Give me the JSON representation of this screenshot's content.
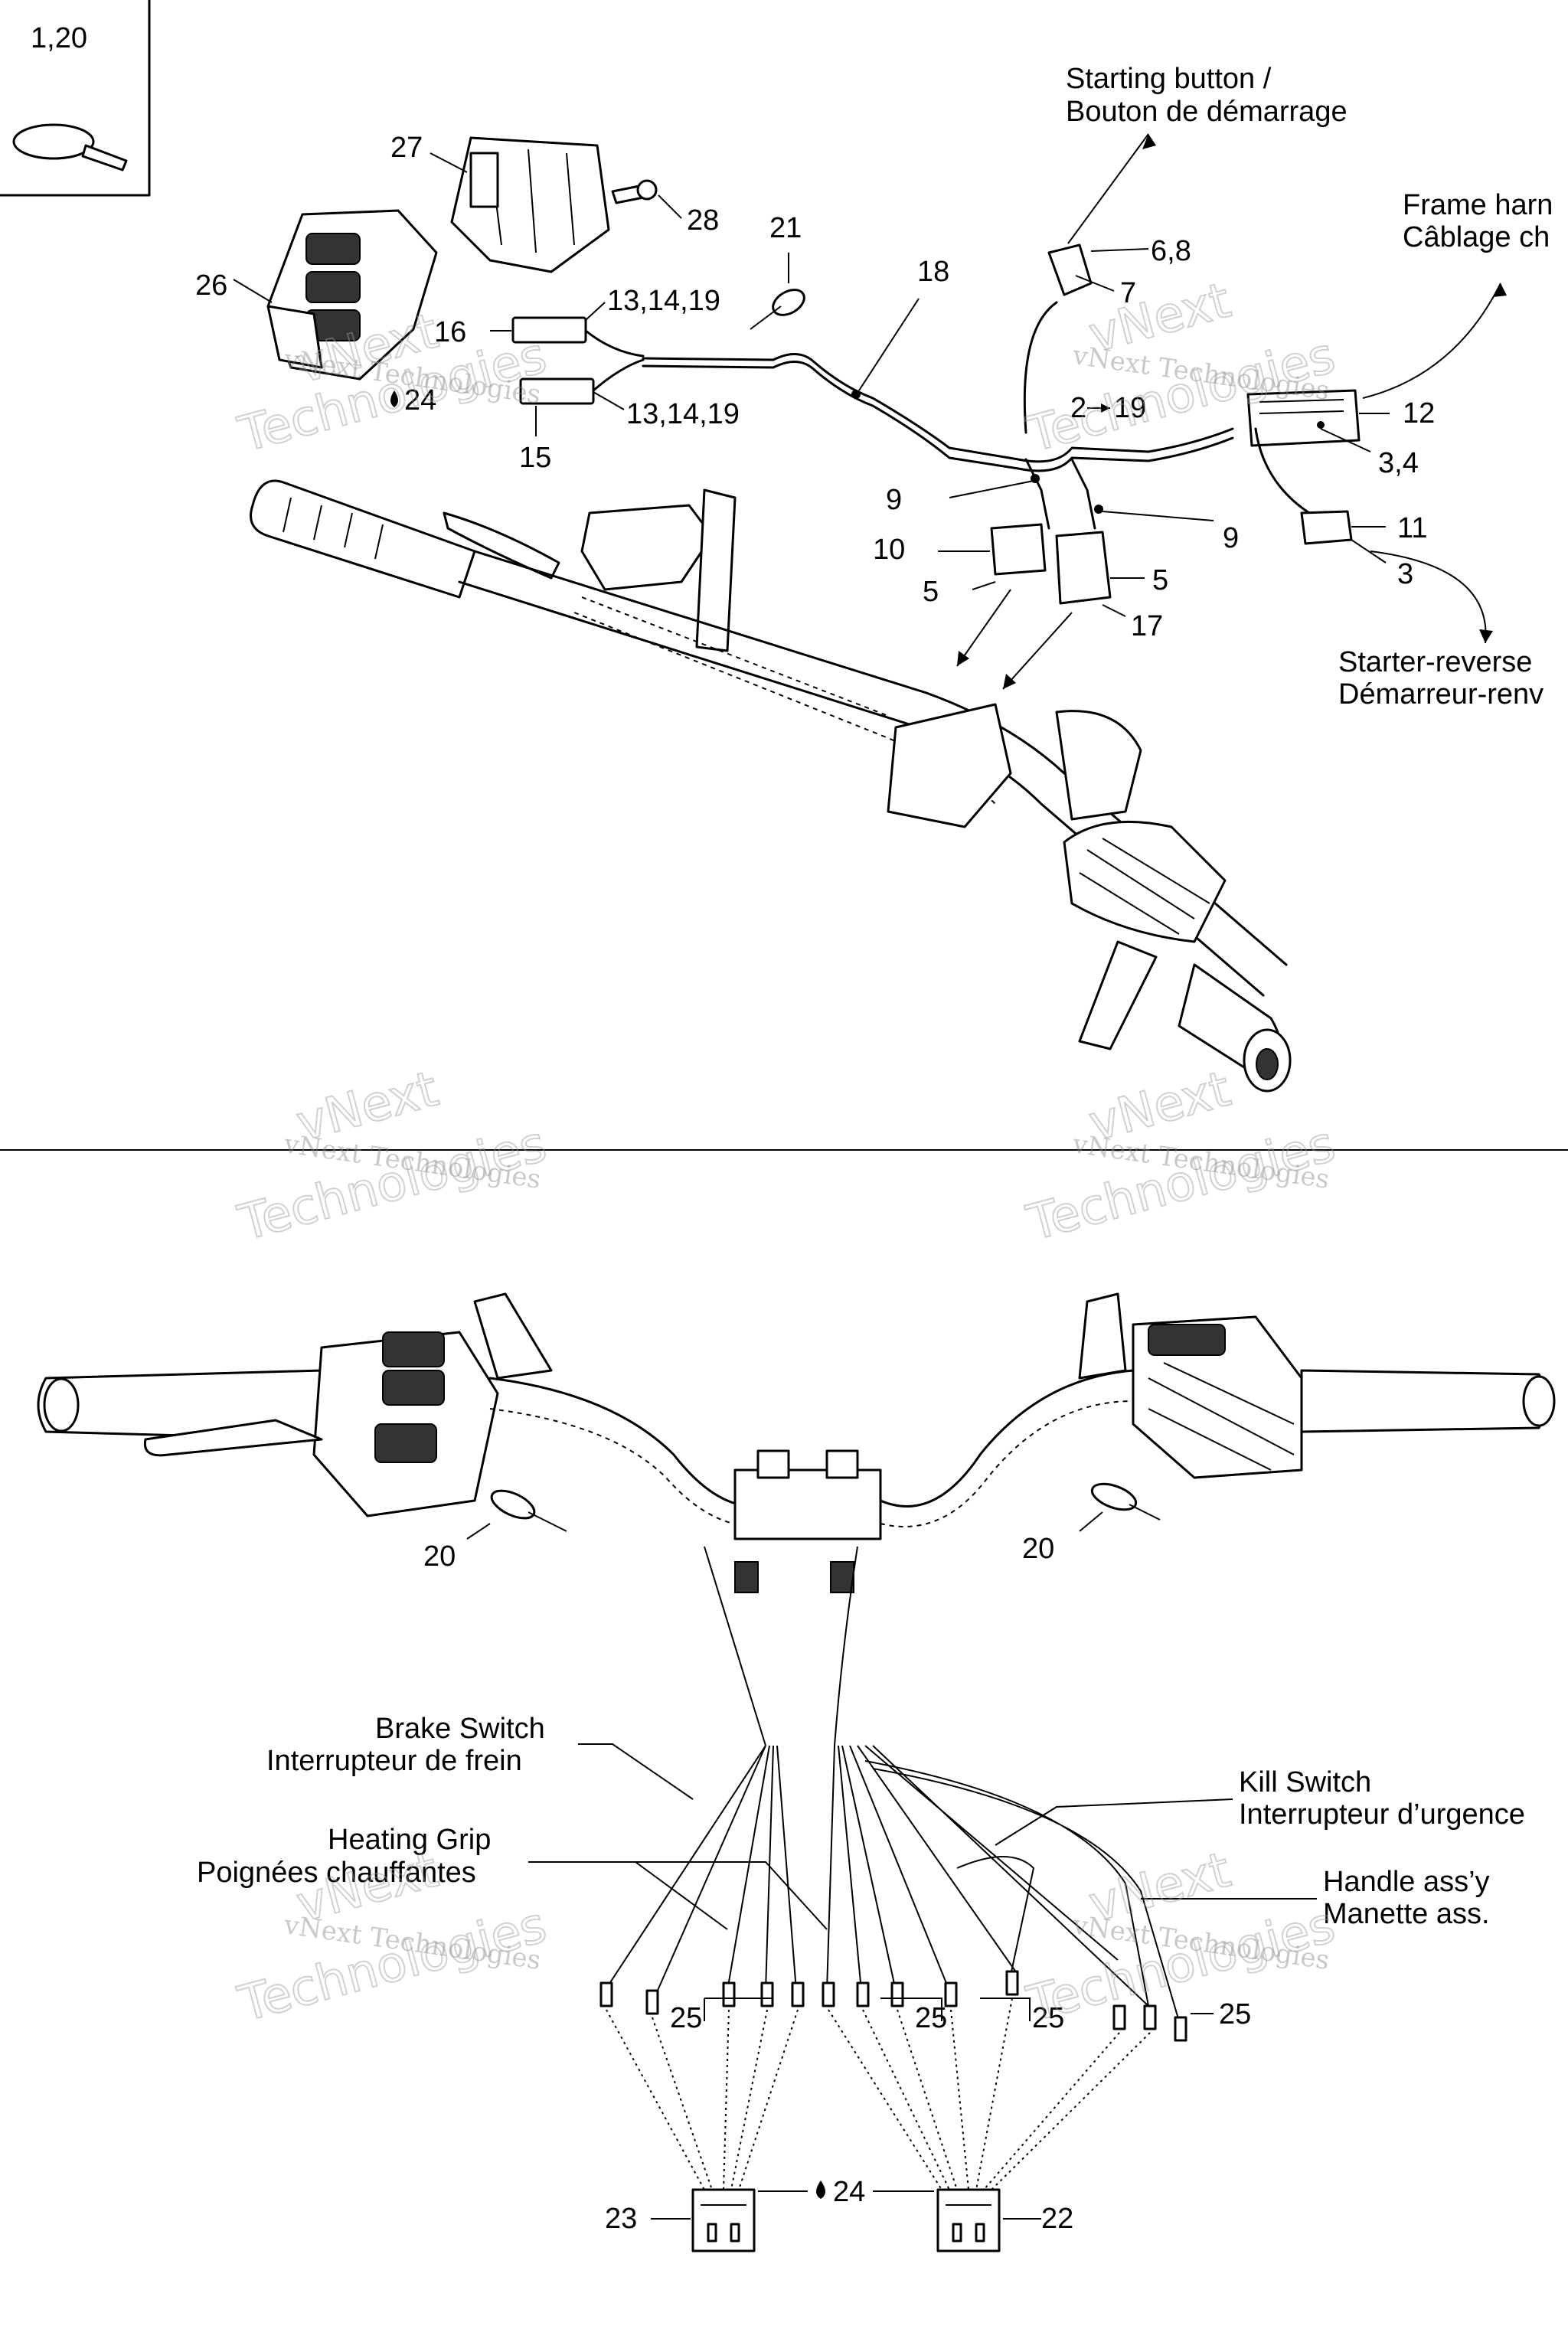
{
  "callouts": {
    "c1_20": "1,20",
    "c27": "27",
    "c28": "28",
    "c26": "26",
    "c16": "16",
    "c24_top": "24",
    "c15": "15",
    "c13_a": "13,14,19",
    "c13_b": "13,14,19",
    "c21": "21",
    "c18": "18",
    "c6_8": "6,8",
    "c7": "7",
    "c2_19": "2",
    "c2_19b": "19",
    "c12": "12",
    "c3_4": "3,4",
    "c11": "11",
    "c3": "3",
    "c9_a": "9",
    "c9_b": "9",
    "c10": "10",
    "c5_a": "5",
    "c5_b": "5",
    "c17": "17",
    "c20_a": "20",
    "c20_b": "20",
    "c25_a": "25",
    "c25_b": "25",
    "c25_c": "25",
    "c25_d": "25",
    "c23": "23",
    "c24_bottom": "24",
    "c22": "22"
  },
  "labels": {
    "starting_en": "Starting button /",
    "starting_fr": "Bouton de démarrage",
    "frame_en": "Frame harn",
    "frame_fr": "Câblage ch",
    "starter_en": "Starter-reverse",
    "starter_fr": "Démarreur-renv",
    "brake_en": "Brake Switch",
    "brake_fr": "Interrupteur de frein",
    "heating_en": "Heating Grip",
    "heating_fr": "Poignées chauffantes",
    "kill_en": "Kill Switch",
    "kill_fr": "Interrupteur d’urgence",
    "handle_en": "Handle ass’y",
    "handle_fr": "Manette ass."
  },
  "watermark": {
    "line1": "vNext",
    "line2": "vNext Technologies",
    "line3": "Technologies"
  }
}
